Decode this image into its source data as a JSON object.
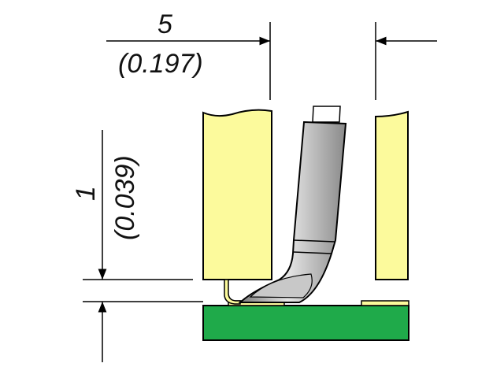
{
  "dimensions": {
    "width": {
      "value": "5",
      "inch": "(0.197)"
    },
    "height": {
      "value": "1",
      "inch": "(0.039)"
    }
  },
  "colors": {
    "component": "#fcfa9c",
    "pcb": "#1faa4a",
    "pad": "#fcfa9c",
    "tip": "#a9a9a9"
  }
}
